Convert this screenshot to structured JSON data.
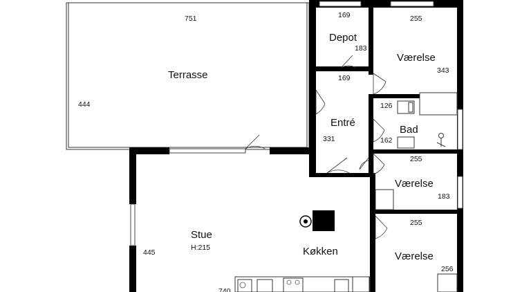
{
  "rooms": {
    "terrasse": "Terrasse",
    "depot": "Depot",
    "vaerelse_1": "Værelse",
    "entre": "Entré",
    "bad": "Bad",
    "vaerelse_2": "Værelse",
    "vaerelse_3": "Værelse",
    "stue": "Stue",
    "stue_height": "H:215",
    "kokken": "Køkken"
  },
  "dimensions": {
    "terrasse_width": "751",
    "terrasse_depth": "444",
    "depot_width": "169",
    "depot_depth": "183",
    "depot_lower": "169",
    "vaerelse_1_width": "255",
    "vaerelse_1_depth": "343",
    "bad_width_top": "126",
    "bad_depth": "162",
    "entre_depth": "331",
    "vaerelse_2_width": "255",
    "vaerelse_2_depth": "183",
    "vaerelse_3_width": "255",
    "vaerelse_3_depth": "256",
    "stue_depth": "445",
    "kitchen_length": "740"
  }
}
